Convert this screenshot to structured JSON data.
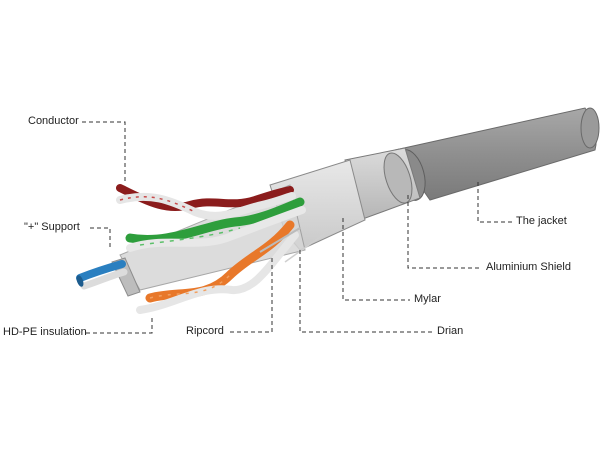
{
  "diagram": {
    "labels": {
      "conductor": "Conductor",
      "support": "\"+\" Support",
      "hdpe_insulation": "HD-PE insulation",
      "ripcord": "Ripcord",
      "drain": "Drian",
      "mylar": "Mylar",
      "aluminium_shield": "Aluminium Shield",
      "jacket": "The jacket"
    },
    "colors": {
      "jacket": "#8c8c8c",
      "shield": "#c8c8c8",
      "pair_red": "#8b1c1c",
      "pair_green": "#2e9e3c",
      "pair_orange": "#e8782a",
      "pair_blue": "#2a7fc0",
      "leader_line": "#333333"
    }
  }
}
